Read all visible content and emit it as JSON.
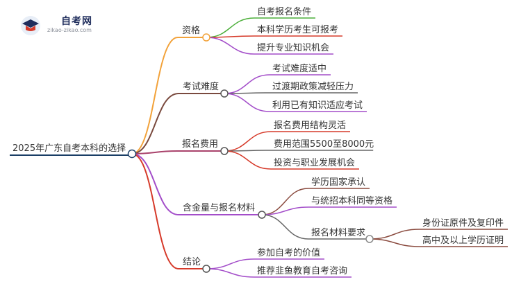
{
  "logo": {
    "title": "自考网",
    "url": "zikao-zikao.com"
  },
  "colors": {
    "root": "#1a3e66",
    "branch_1": "#f2a23a",
    "branch_2": "#7a4a3e",
    "branch_3": "#a9426b",
    "branch_4": "#a34dc9",
    "branch_5": "#d63a2a",
    "leaf_green": "#4caf3a",
    "leaf_red": "#d63a2a",
    "leaf_purple": "#a34dc9",
    "leaf_gray": "#666666",
    "leaf_brown": "#8a4a3e"
  },
  "mindmap": {
    "root": "2025年广东自考本科的选择",
    "branches": [
      {
        "label": "资格",
        "children": [
          {
            "label": "自考报名条件"
          },
          {
            "label": "本科学历考生可报考"
          },
          {
            "label": "提升专业知识机会"
          }
        ]
      },
      {
        "label": "考试难度",
        "children": [
          {
            "label": "考试难度适中"
          },
          {
            "label": "过渡期政策减轻压力"
          },
          {
            "label": "利用已有知识适应考试"
          }
        ]
      },
      {
        "label": "报名费用",
        "children": [
          {
            "label": "报名费用结构灵活"
          },
          {
            "label": "费用范围5500至8000元"
          },
          {
            "label": "投资与职业发展机会"
          }
        ]
      },
      {
        "label": "含金量与报名材料",
        "children": [
          {
            "label": "学历国家承认"
          },
          {
            "label": "与统招本科同等资格"
          },
          {
            "label": "报名材料要求",
            "children": [
              {
                "label": "身份证原件及复印件"
              },
              {
                "label": "高中及以上学历证明"
              }
            ]
          }
        ]
      },
      {
        "label": "结论",
        "children": [
          {
            "label": "参加自考的价值"
          },
          {
            "label": "推荐韭鱼教育自考咨询"
          }
        ]
      }
    ]
  }
}
